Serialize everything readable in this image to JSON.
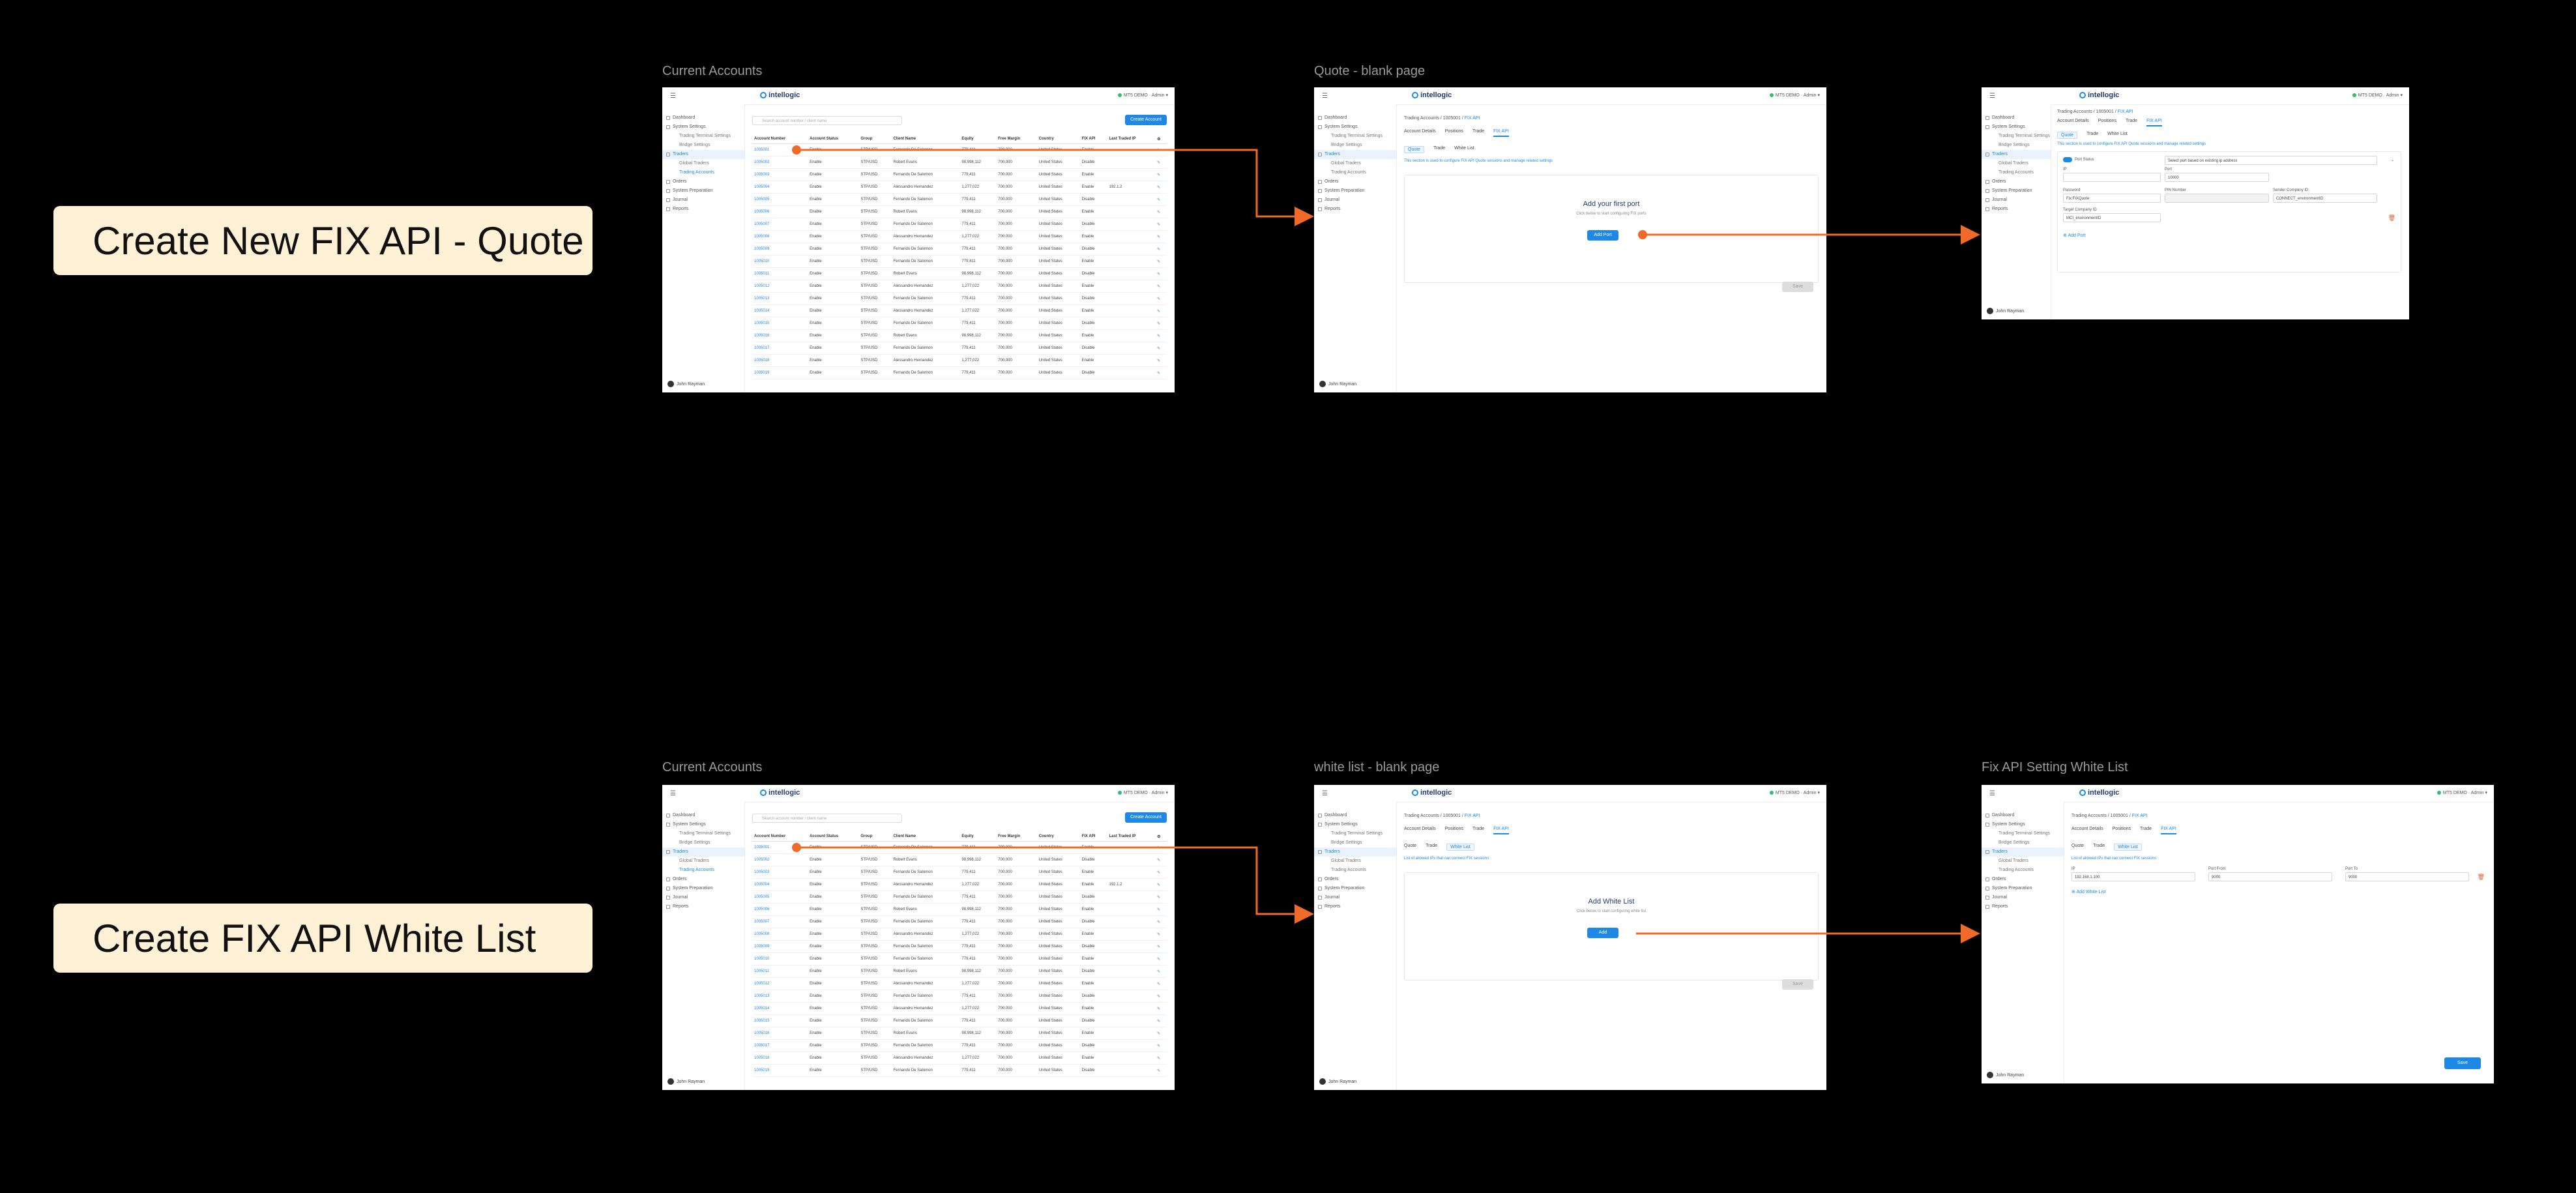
{
  "flows": [
    {
      "label": "Create New FIX API - Quote"
    },
    {
      "label": "Create FIX API White List"
    }
  ],
  "frames": {
    "accounts_1": {
      "title": "Current Accounts"
    },
    "quote_blank": {
      "title": "Quote  - blank page"
    },
    "quote_form": {
      "title": ""
    },
    "accounts_2": {
      "title": "Current Accounts"
    },
    "wl_blank": {
      "title": "white list - blank page"
    },
    "wl_form": {
      "title": "Fix API Setting White List"
    }
  },
  "app": {
    "logo": "intellogic",
    "server_status": "MT5 DEMO",
    "user_menu": "Admin",
    "user_name": "John Rayman"
  },
  "sidebar": {
    "items": [
      "Dashboard",
      "System Settings",
      "Trading Terminal Settings",
      "Bridge Settings",
      "Traders",
      "Global Traders",
      "Trading Accounts",
      "Orders",
      "System Preparation",
      "Journal",
      "Reports"
    ]
  },
  "accounts": {
    "search_placeholder": "Search account number / client name",
    "create_button": "Create Account",
    "columns": [
      "Account Number",
      "Account Status",
      "Group",
      "Client Name",
      "Equity",
      "Free Margin",
      "Country",
      "FIX API",
      "Last Traded IP"
    ],
    "rows": [
      [
        "1005001",
        "Enable",
        "STP/USD",
        "Fernando De Salomon",
        "779,411",
        "700,000",
        "United States",
        "Enable",
        ""
      ],
      [
        "1005002",
        "Enable",
        "STP/USD",
        "Robert Evans",
        "98,998,112",
        "700,000",
        "United States",
        "Disable",
        ""
      ],
      [
        "1005003",
        "Enable",
        "STP/USD",
        "Fernando De Salomon",
        "779,411",
        "700,000",
        "United States",
        "Enable",
        ""
      ],
      [
        "1005004",
        "Enable",
        "STP/USD",
        "Alessandro Hernandez",
        "1,277,022",
        "700,000",
        "United States",
        "Enable",
        "192.1.2"
      ],
      [
        "1005005",
        "Enable",
        "STP/USD",
        "Fernando De Salomon",
        "779,411",
        "700,000",
        "United States",
        "Disable",
        ""
      ],
      [
        "1005006",
        "Enable",
        "STP/USD",
        "Robert Evans",
        "98,998,112",
        "700,000",
        "United States",
        "Enable",
        ""
      ],
      [
        "1005007",
        "Enable",
        "STP/USD",
        "Fernando De Salomon",
        "779,411",
        "700,000",
        "United States",
        "Disable",
        ""
      ],
      [
        "1005008",
        "Enable",
        "STP/USD",
        "Alessandro Hernandez",
        "1,277,022",
        "700,000",
        "United States",
        "Enable",
        ""
      ],
      [
        "1005009",
        "Enable",
        "STP/USD",
        "Fernando De Salomon",
        "779,411",
        "700,000",
        "United States",
        "Disable",
        ""
      ],
      [
        "1005010",
        "Enable",
        "STP/USD",
        "Fernando De Salomon",
        "779,411",
        "700,000",
        "United States",
        "Enable",
        ""
      ],
      [
        "1005011",
        "Enable",
        "STP/USD",
        "Robert Evans",
        "98,998,112",
        "700,000",
        "United States",
        "Disable",
        ""
      ],
      [
        "1005012",
        "Enable",
        "STP/USD",
        "Alessandro Hernandez",
        "1,277,022",
        "700,000",
        "United States",
        "Enable",
        ""
      ],
      [
        "1005013",
        "Enable",
        "STP/USD",
        "Fernando De Salomon",
        "779,411",
        "700,000",
        "United States",
        "Disable",
        ""
      ],
      [
        "1005014",
        "Enable",
        "STP/USD",
        "Alessandro Hernandez",
        "1,277,022",
        "700,000",
        "United States",
        "Enable",
        ""
      ],
      [
        "1005015",
        "Enable",
        "STP/USD",
        "Fernando De Salomon",
        "779,411",
        "700,000",
        "United States",
        "Disable",
        ""
      ],
      [
        "1005016",
        "Enable",
        "STP/USD",
        "Robert Evans",
        "98,998,112",
        "700,000",
        "United States",
        "Enable",
        ""
      ],
      [
        "1005017",
        "Enable",
        "STP/USD",
        "Fernando De Salomon",
        "779,411",
        "700,000",
        "United States",
        "Disable",
        ""
      ],
      [
        "1005018",
        "Enable",
        "STP/USD",
        "Alessandro Hernandez",
        "1,277,022",
        "700,000",
        "United States",
        "Enable",
        ""
      ],
      [
        "1005019",
        "Enable",
        "STP/USD",
        "Fernando De Salomon",
        "779,411",
        "700,000",
        "United States",
        "Disable",
        ""
      ]
    ]
  },
  "detail": {
    "breadcrumb_parent": "Trading Accounts",
    "breadcrumb_account": "1005001",
    "breadcrumb_current": "FIX API",
    "tabs": [
      "Account Details",
      "Positions",
      "Trade",
      "FIX API"
    ],
    "subtabs": [
      "Quote",
      "Trade",
      "White List"
    ],
    "quote_info": "This section is used to configure FIX API Quote sessions and manage related settings",
    "wl_info": "List of allowed IPs that can connect FIX sessions",
    "quote_empty_title": "Add your first port",
    "quote_empty_sub": "Click below to start configuring FIX ports",
    "quote_empty_button": "Add Port",
    "wl_empty_title": "Add White List",
    "wl_empty_sub": "Click below to start configuring white list",
    "wl_empty_button": "Add",
    "save_button": "Save"
  },
  "quote_form": {
    "port_status_label": "Port Status",
    "port_select": "Select port based on existing ip address",
    "ip_label": "IP",
    "ip_value": "",
    "port_label": "Port",
    "port_value": "10000",
    "password_label": "Password",
    "password_value": "Fix.FIXQuote",
    "pin_label": "PIN Number",
    "pin_value": "",
    "sender_label": "Sender Company ID",
    "sender_value": "CONNECT_environmentID",
    "target_label": "Target Company ID",
    "target_value": "MCI_environmentID",
    "add_port": "Add Port"
  },
  "wl_form": {
    "ip_label": "IP",
    "ip_value": "192.168.1.100",
    "start_label": "Port From",
    "start_value": "9000",
    "end_label": "Port To",
    "end_value": "9000",
    "add_link": "Add White List"
  },
  "colors": {
    "accent": "#1e88e5",
    "arrow": "#f06a2a",
    "label_bg": "#FFF1D6"
  }
}
